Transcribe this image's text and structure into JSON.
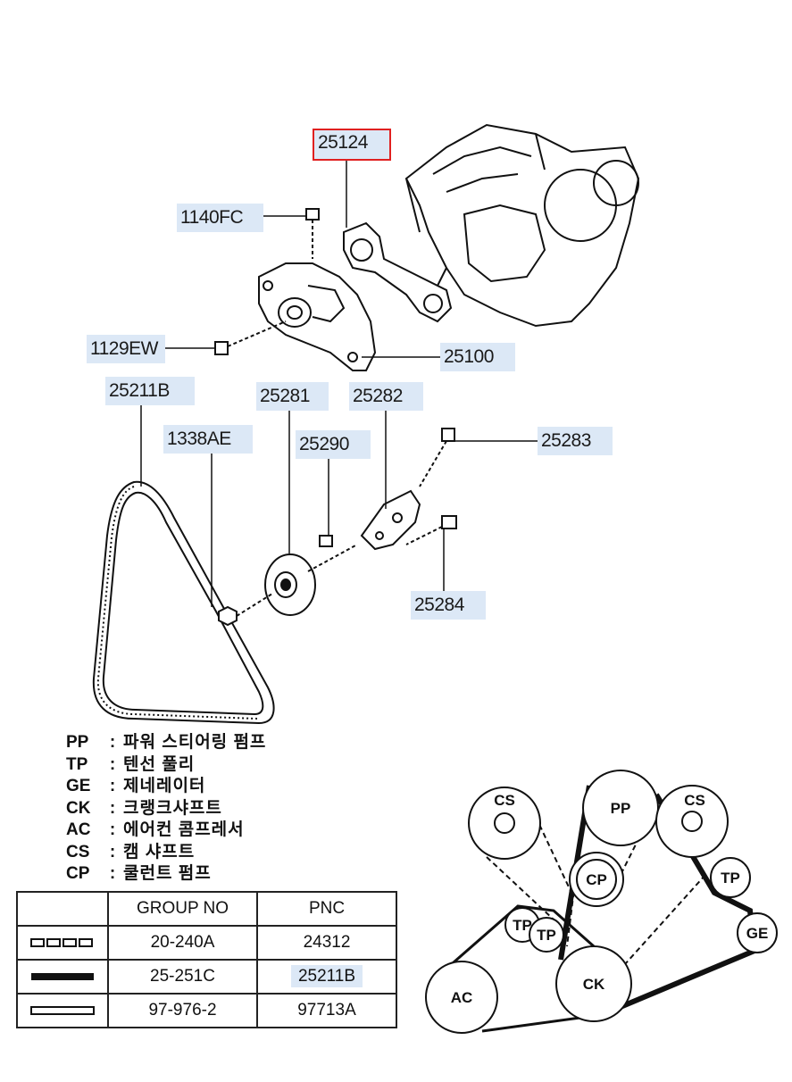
{
  "callouts": {
    "p25124": "25124",
    "p1140FC": "1140FC",
    "p1129EW": "1129EW",
    "p25100": "25100",
    "p25211B": "25211B",
    "p25281": "25281",
    "p25282": "25282",
    "p1338AE": "1338AE",
    "p25290": "25290",
    "p25283": "25283",
    "p25284": "25284"
  },
  "legend": [
    {
      "code": "PP",
      "sep": ":",
      "desc": "파워 스티어링 펌프"
    },
    {
      "code": "TP",
      "sep": ":",
      "desc": "텐선 풀리"
    },
    {
      "code": "GE",
      "sep": ":",
      "desc": "제네레이터"
    },
    {
      "code": "CK",
      "sep": ":",
      "desc": "크랭크샤프트"
    },
    {
      "code": "AC",
      "sep": ":",
      "desc": "에어컨 콤프레서"
    },
    {
      "code": "CS",
      "sep": ":",
      "desc": "캠 샤프트"
    },
    {
      "code": "CP",
      "sep": ":",
      "desc": "쿨런트 펌프"
    }
  ],
  "table": {
    "headers": [
      "",
      "GROUP NO",
      "PNC"
    ],
    "rows": [
      {
        "style": "chain",
        "group": "20-240A",
        "pnc": "24312"
      },
      {
        "style": "solid",
        "group": "25-251C",
        "pnc": "25211B"
      },
      {
        "style": "hollow",
        "group": "97-976-2",
        "pnc": "97713A"
      }
    ]
  },
  "pulleys": {
    "cs_left": "CS",
    "pp": "PP",
    "cs_right": "CS",
    "cp": "CP",
    "tp_right": "TP",
    "ge": "GE",
    "tp_a": "TP",
    "tp_b": "TP",
    "ac": "AC",
    "ck": "CK"
  },
  "colors": {
    "highlight": "#dce8f6",
    "selected_border": "#e02020"
  }
}
